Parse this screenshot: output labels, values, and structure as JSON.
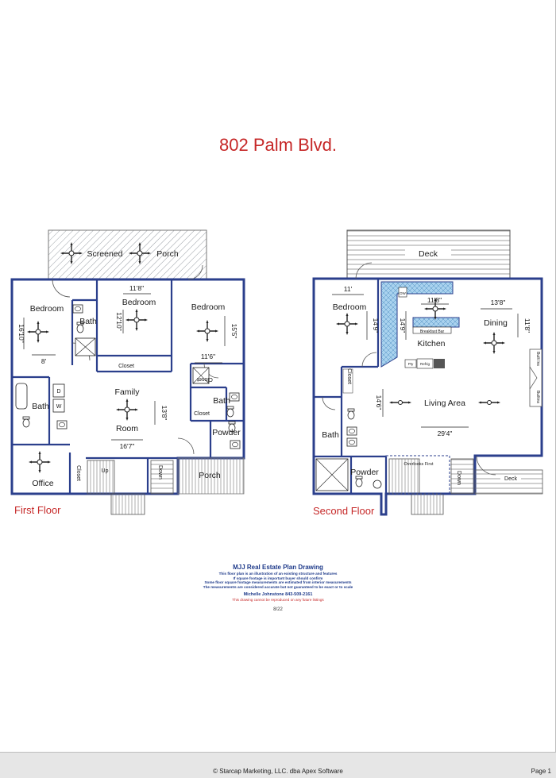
{
  "title": "802 Palm Blvd.",
  "floors": {
    "first": {
      "label": "First Floor",
      "rooms": {
        "screened_porch_a": "Screened",
        "screened_porch_b": "Porch",
        "bedroom_left": "Bedroom",
        "bedroom_mid": "Bedroom",
        "bedroom_right": "Bedroom",
        "bath_top": "Bath",
        "closet_mid": "Closet",
        "closet_right": "Closet",
        "closet_right2": "Closet",
        "bath_right": "Bath",
        "powder": "Powder",
        "family_a": "Family",
        "family_b": "Room",
        "bath_left": "Bath",
        "office": "Office",
        "closet_office": "Closet",
        "porch": "Porch",
        "washer": "W",
        "dryer": "D",
        "up": "Up",
        "down": "Down"
      },
      "dims": {
        "bed_left_w": "8'",
        "bed_left_h": "16'10\"",
        "bed_mid_w": "11'8\"",
        "bed_mid_h": "12'10\"",
        "bed_right_w": "11'6\"",
        "bed_right_h": "15'5\"",
        "family_w": "16'7\"",
        "family_h": "13'8\""
      }
    },
    "second": {
      "label": "Second Floor",
      "rooms": {
        "deck_top": "Deck",
        "bedroom": "Bedroom",
        "kitchen": "Kitchen",
        "dining": "Dining",
        "breakfast_bar": "Breakfast Bar",
        "closet": "Closet",
        "living": "Living Area",
        "bath": "Bath",
        "powder": "Powder",
        "overlooks": "Overlooks First",
        "deck_bottom": "Deck",
        "down": "Down",
        "builtins_top": "Built Ins",
        "builtins_bottom": "Builtins",
        "dw": "DW",
        "pantry": "Pty",
        "refrig": "Refrig"
      },
      "dims": {
        "bedroom_w": "11'",
        "bedroom_h": "14'9\"",
        "kitchen_w": "11'8\"",
        "kitchen_h": "14'9\"",
        "dining_w": "13'8\"",
        "dining_h": "11'8\"",
        "living_w": "29'4\"",
        "living_h": "14'6\""
      }
    }
  },
  "footer": {
    "heading": "MJJ Real Estate Plan Drawing",
    "lines": [
      "This floor plan is an illustration of an existing structure and features",
      "If square footage is important buyer should confirm",
      "Some floor square footage measurements are estimated from interior measurements",
      "The measurements are considered accurate but not guaranteed to be exact or to scale"
    ],
    "contact": "Michelle Johnstone 843-509-2161",
    "notice": "This drawing cannot be reproduced on any future listings",
    "date": "8/22"
  },
  "copyright": "© Starcap Marketing, LLC. dba Apex Software",
  "page": "Page 1",
  "colors": {
    "title": "#c62828",
    "wall": "#2b3f8c",
    "tile": "#7fb8e0"
  }
}
